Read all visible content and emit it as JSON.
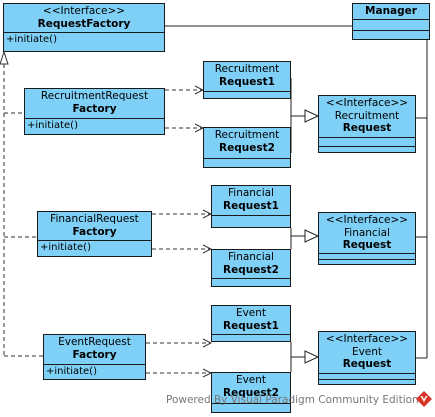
{
  "watermark": "Powered By Visual Paradigm Community Edition",
  "classes": {
    "request_factory": {
      "stereotype": "<<Interface>>",
      "name": "RequestFactory",
      "op": "+initiate()"
    },
    "manager": {
      "name": "Manager"
    },
    "recruitment_factory": {
      "name_l1": "RecruitmentRequest",
      "name_l2": "Factory",
      "op": "+initiate()"
    },
    "recruitment_request1": {
      "name_l1": "Recruitment",
      "name_l2": "Request1"
    },
    "recruitment_request2": {
      "name_l1": "Recruitment",
      "name_l2": "Request2"
    },
    "recruitment_interface": {
      "stereotype": "<<Interface>>",
      "name_l1": "Recruitment",
      "name_l2": "Request"
    },
    "financial_factory": {
      "name_l1": "FinancialRequest",
      "name_l2": "Factory",
      "op": "+initiate()"
    },
    "financial_request1": {
      "name_l1": "Financial",
      "name_l2": "Request1"
    },
    "financial_request2": {
      "name_l1": "Financial",
      "name_l2": "Request2"
    },
    "financial_interface": {
      "stereotype": "<<Interface>>",
      "name_l1": "Financial",
      "name_l2": "Request"
    },
    "event_factory": {
      "name_l1": "EventRequest",
      "name_l2": "Factory",
      "op": "+initiate()"
    },
    "event_request1": {
      "name_l1": "Event",
      "name_l2": "Request1"
    },
    "event_request2": {
      "name_l1": "Event",
      "name_l2": "Request2"
    },
    "event_interface": {
      "stereotype": "<<Interface>>",
      "name_l1": "Event",
      "name_l2": "Request"
    }
  },
  "colors": {
    "class_fill": "#7fd0f6",
    "border": "#1a1a1a",
    "watermark": "#777777",
    "logo": "#d9342b"
  }
}
